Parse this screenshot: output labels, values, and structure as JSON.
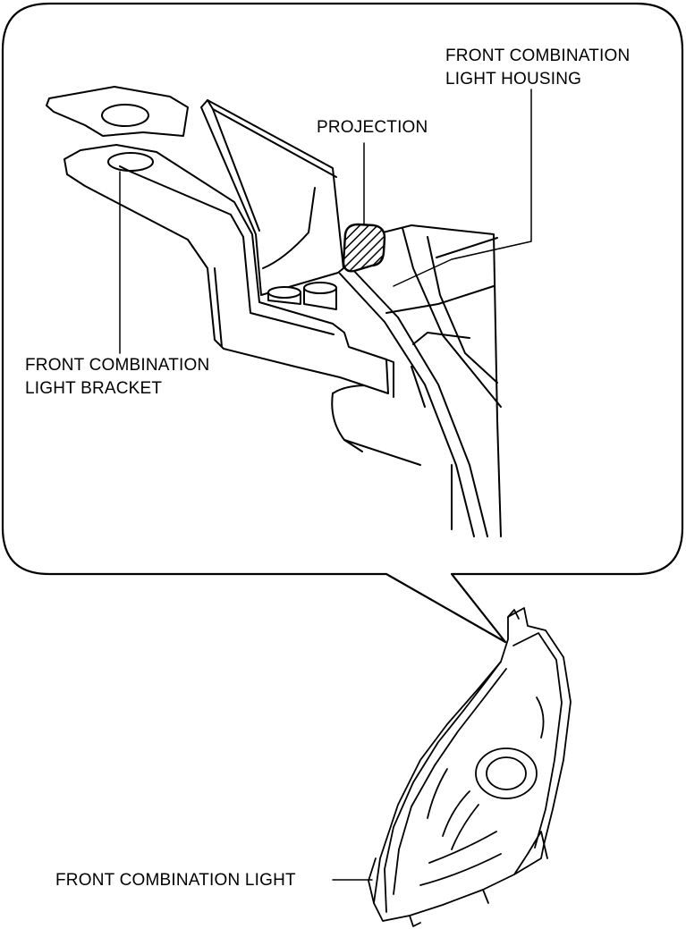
{
  "labels": {
    "housing_line1": "FRONT COMBINATION",
    "housing_line2": "LIGHT HOUSING",
    "projection": "PROJECTION",
    "bracket_line1": "FRONT COMBINATION",
    "bracket_line2": "LIGHT BRACKET",
    "light": "FRONT COMBINATION LIGHT"
  },
  "colors": {
    "line": "#000000",
    "background": "#ffffff"
  }
}
